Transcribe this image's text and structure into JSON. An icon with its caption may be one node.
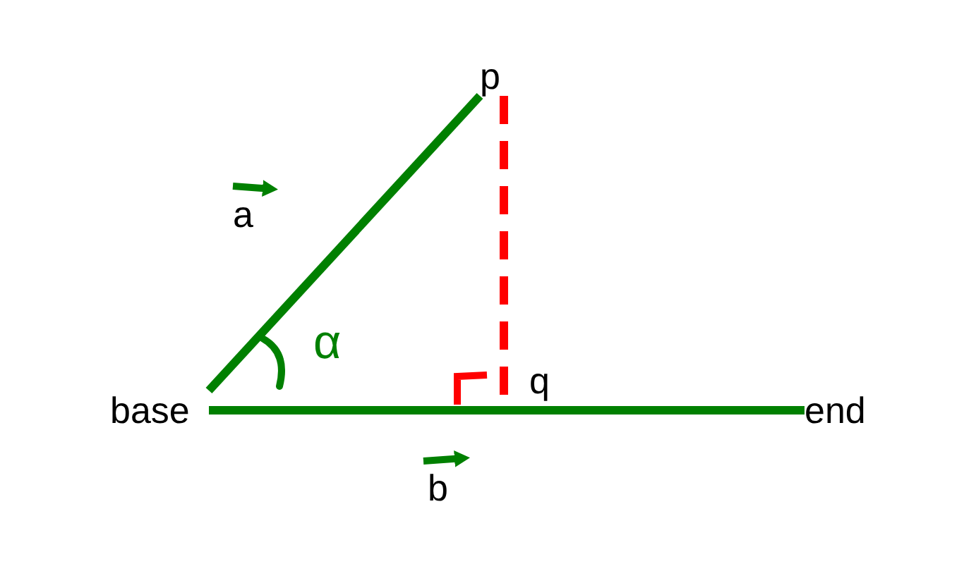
{
  "diagram": {
    "nodes": [
      {
        "text": [
          "base"
        ]
      },
      {
        "text": [
          "p"
        ]
      },
      {
        "text": [
          "q"
        ]
      },
      {
        "text": [
          "end"
        ]
      }
    ],
    "edges": [
      {
        "from": 0,
        "to": 1,
        "arrow": "none",
        "label": "a"
      },
      {
        "from": 0,
        "to": 3,
        "arrow": "none",
        "label": "b"
      },
      {
        "from": 1,
        "to": 2,
        "arrow": "none",
        "style": "dashed",
        "color": "#ff0000"
      }
    ],
    "labels": [
      "α"
    ]
  }
}
